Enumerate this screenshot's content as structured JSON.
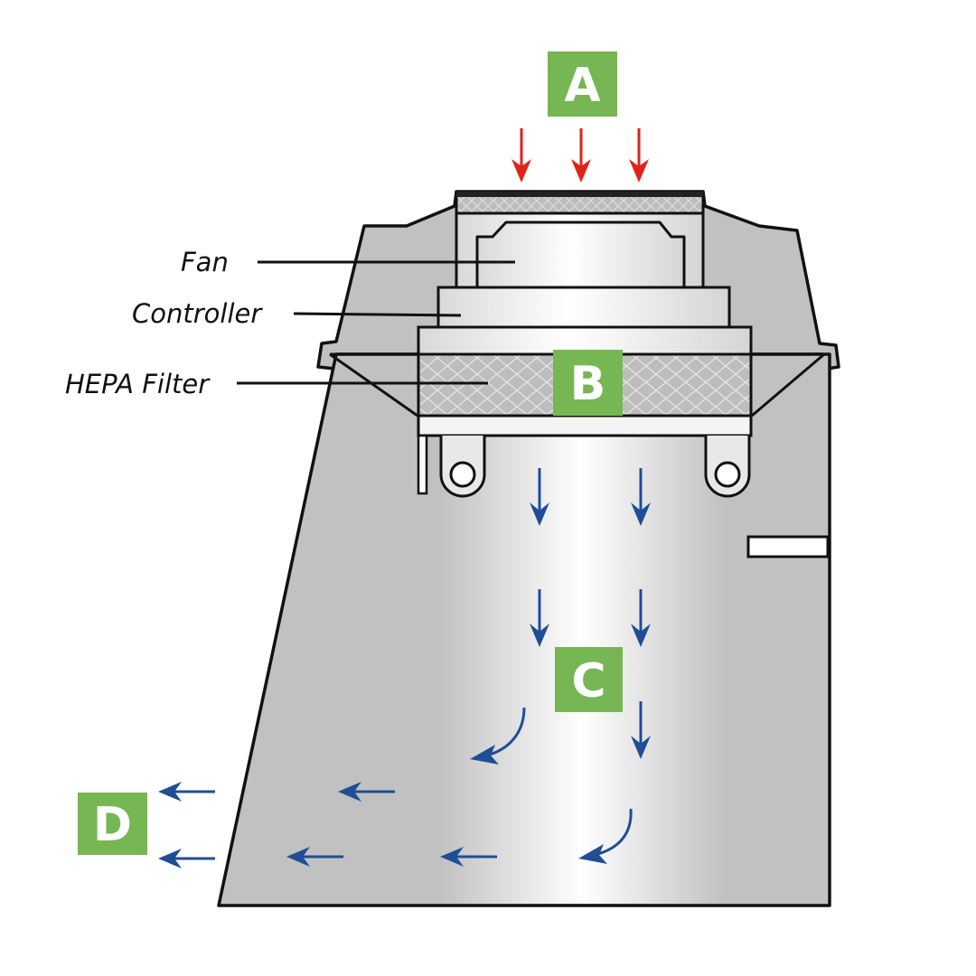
{
  "labels": {
    "fan": "Fan",
    "controller": "Controller",
    "hepa_filter": "HEPA Filter"
  },
  "badges": {
    "a": "A",
    "b": "B",
    "c": "C",
    "d": "D"
  },
  "colors": {
    "badge_green": "#76b653",
    "inflow_arrow": "#e0221c",
    "airflow_arrow": "#1f4e96",
    "cabinet_gray": "#c1c1c1",
    "outline": "#111111"
  }
}
